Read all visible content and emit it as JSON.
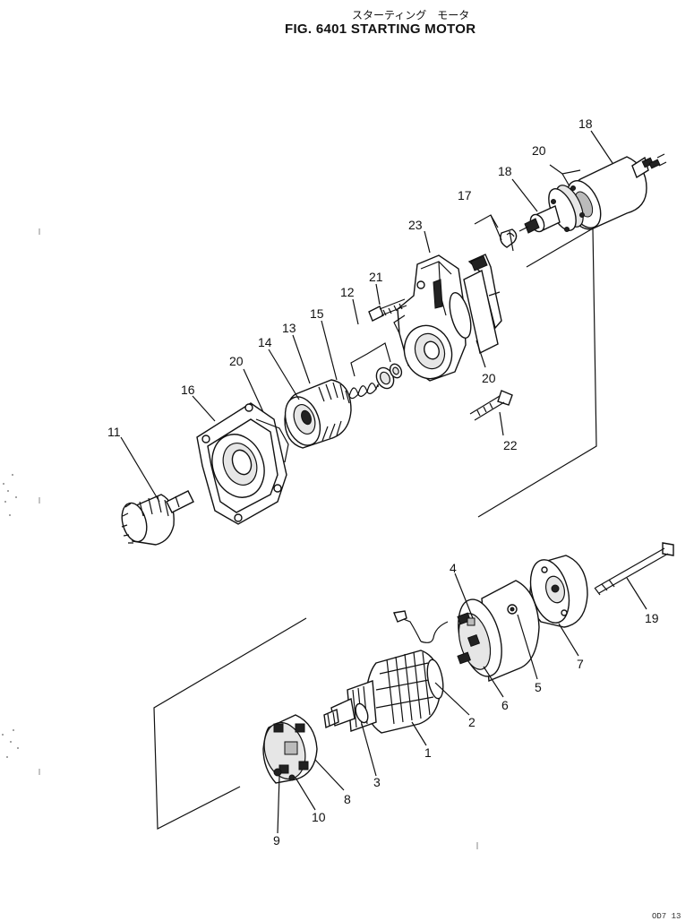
{
  "header": {
    "title_jp": "スターティング　モータ",
    "title_en": "FIG. 6401 STARTING MOTOR"
  },
  "footer": {
    "code": "OD7 13"
  },
  "callouts": {
    "c18a": "18",
    "c20a": "20",
    "c18b": "18",
    "c17": "17",
    "c23": "23",
    "c21": "21",
    "c12": "12",
    "c15": "15",
    "c13": "13",
    "c14": "14",
    "c20b": "20",
    "c16": "16",
    "c11": "11",
    "c20c": "20",
    "c22": "22",
    "c4": "4",
    "c19": "19",
    "c5": "5",
    "c7": "7",
    "c6": "6",
    "c2": "2",
    "c1": "1",
    "c3": "3",
    "c8": "8",
    "c10": "10",
    "c9": "9"
  }
}
